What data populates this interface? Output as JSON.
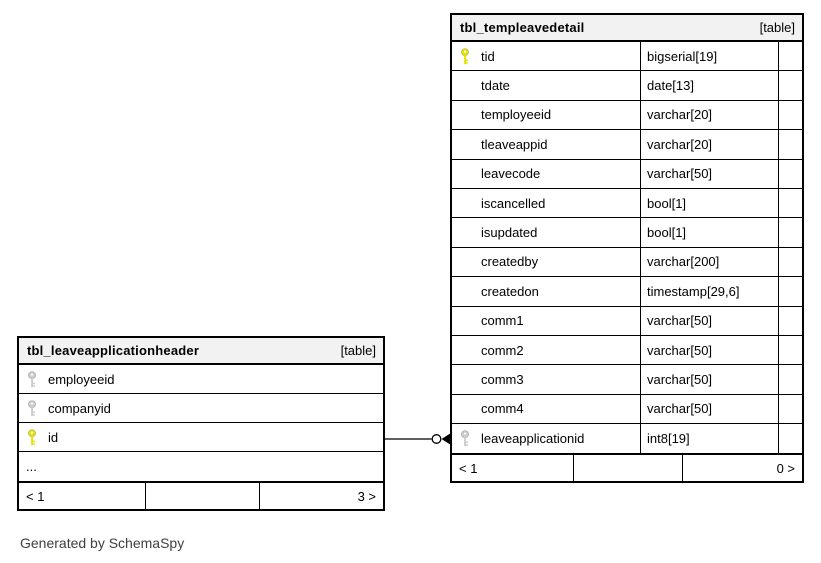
{
  "page": {
    "credit": "Generated by SchemaSpy"
  },
  "colors": {
    "page_bg": "#ffffff",
    "header_bg": "#f2f2f2",
    "border": "#000000",
    "text": "#000000",
    "primary_key": "#e3e30a",
    "foreign_key": "#cccccc"
  },
  "relationship": {
    "from_table": "tbl_leaveapplicationheader",
    "from_column": "id",
    "to_table": "tbl_templeavedetail",
    "to_column": "leaveapplicationid",
    "to_end_symbols": [
      "open-circle",
      "arrowhead"
    ]
  },
  "tables": [
    {
      "name": "tbl_templeavedetail",
      "type_badge": "[table]",
      "columns": [
        {
          "name": "tid",
          "type": "bigserial[19]",
          "key": "primary"
        },
        {
          "name": "tdate",
          "type": "date[13]",
          "key": "none"
        },
        {
          "name": "temployeeid",
          "type": "varchar[20]",
          "key": "none"
        },
        {
          "name": "tleaveappid",
          "type": "varchar[20]",
          "key": "none"
        },
        {
          "name": "leavecode",
          "type": "varchar[50]",
          "key": "none"
        },
        {
          "name": "iscancelled",
          "type": "bool[1]",
          "key": "none"
        },
        {
          "name": "isupdated",
          "type": "bool[1]",
          "key": "none"
        },
        {
          "name": "createdby",
          "type": "varchar[200]",
          "key": "none"
        },
        {
          "name": "createdon",
          "type": "timestamp[29,6]",
          "key": "none"
        },
        {
          "name": "comm1",
          "type": "varchar[50]",
          "key": "none"
        },
        {
          "name": "comm2",
          "type": "varchar[50]",
          "key": "none"
        },
        {
          "name": "comm3",
          "type": "varchar[50]",
          "key": "none"
        },
        {
          "name": "comm4",
          "type": "varchar[50]",
          "key": "none"
        },
        {
          "name": "leaveapplicationid",
          "type": "int8[19]",
          "key": "foreign"
        }
      ],
      "pager": {
        "prev": "< 1",
        "next": "0 >"
      }
    },
    {
      "name": "tbl_leaveapplicationheader",
      "type_badge": "[table]",
      "columns": [
        {
          "name": "employeeid",
          "key": "foreign"
        },
        {
          "name": "companyid",
          "key": "foreign"
        },
        {
          "name": "id",
          "key": "primary"
        },
        {
          "name": "...",
          "key": "none"
        }
      ],
      "pager": {
        "prev": "< 1",
        "next": "3 >"
      }
    }
  ]
}
